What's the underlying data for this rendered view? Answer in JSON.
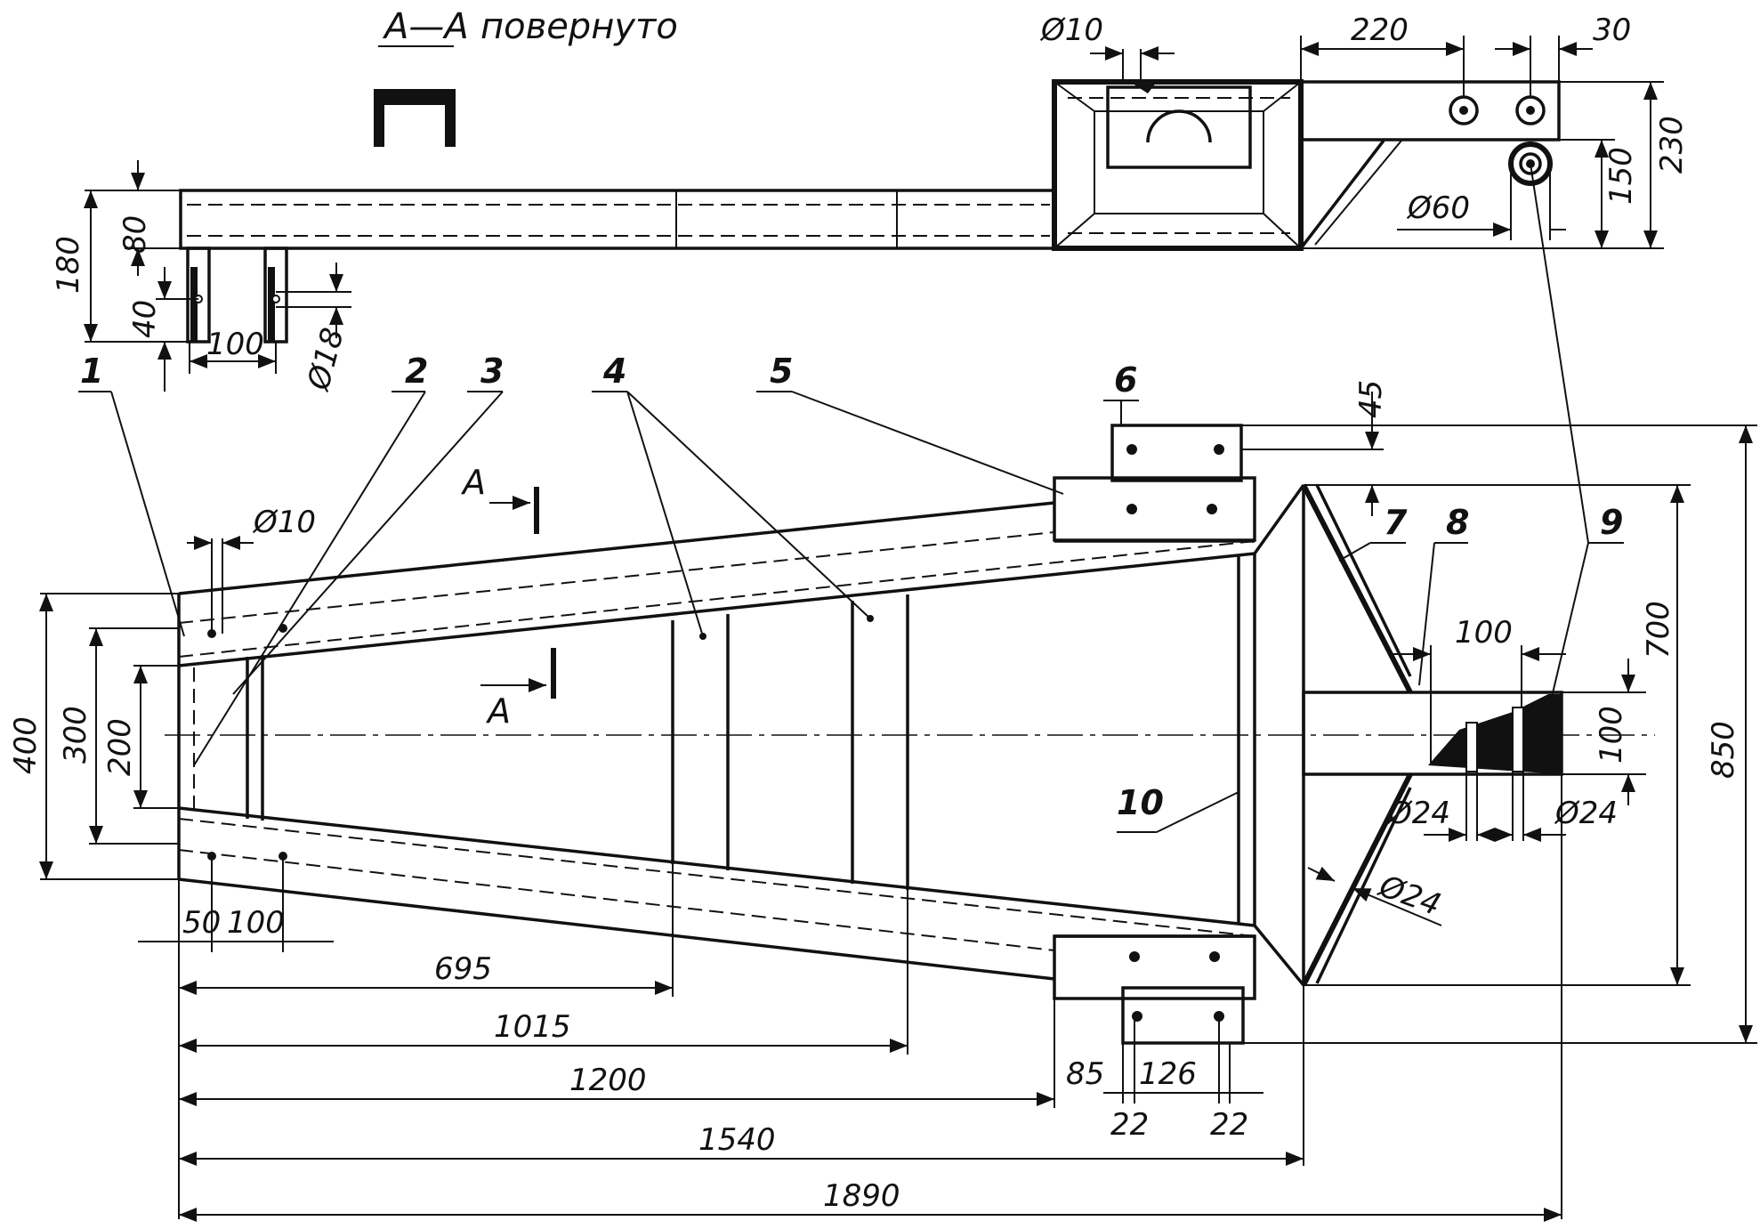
{
  "section": {
    "label": "А—А",
    "note": "повернуто"
  },
  "part_numbers": [
    "1",
    "2",
    "3",
    "4",
    "5",
    "6",
    "7",
    "8",
    "9",
    "10"
  ],
  "section_marks": {
    "upper": "А",
    "lower": "А"
  },
  "side_view_dims": {
    "d10": "Ø10",
    "w220": "220",
    "w30": "30",
    "h230": "230",
    "h150": "150",
    "d60": "Ø60",
    "h180": "180",
    "h80": "80",
    "h40": "40",
    "w100": "100",
    "d18": "Ø18"
  },
  "plan_view_dims": {
    "d10": "Ø10",
    "h400": "400",
    "h300": "300",
    "h200": "200",
    "w50": "50",
    "w100": "100",
    "l695": "695",
    "l1015": "1015",
    "l1200": "1200",
    "l1540": "1540",
    "l1890": "1890",
    "w85": "85",
    "w126": "126",
    "w22a": "22",
    "w22b": "22",
    "h45": "45",
    "h700": "700",
    "h850": "850",
    "w100b": "100",
    "h100": "100",
    "d24a": "Ø24",
    "d24b": "Ø24",
    "d24c": "Ø24"
  }
}
